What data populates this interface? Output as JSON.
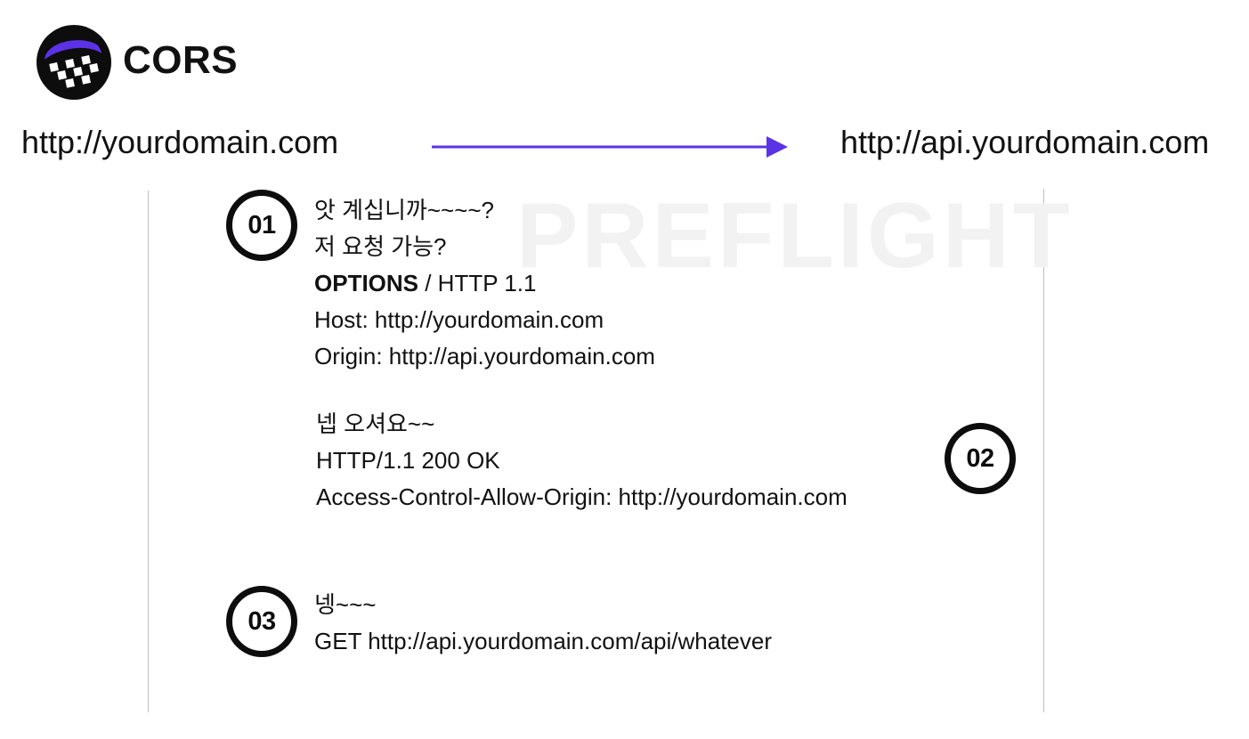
{
  "header": {
    "title": "CORS",
    "logo_icon": "masked-face-logo-icon",
    "accent_color": "#5b32e6"
  },
  "endpoints": {
    "client": "http://yourdomain.com",
    "server": "http://api.yourdomain.com",
    "arrow_color": "#5b32e6"
  },
  "watermark": "PREFLIGHT",
  "steps": [
    {
      "badge": "01",
      "lines": {
        "greeting": "앗 계십니까~~~~?",
        "question": "저 요청 가능?",
        "method": "OPTIONS",
        "request_line_rest": " / HTTP 1.1",
        "host": "Host: http://yourdomain.com",
        "origin": "Origin: http://api.yourdomain.com"
      }
    },
    {
      "badge": "02",
      "lines": {
        "greeting": "넵 오셔요~~",
        "status": "HTTP/1.1 200 OK",
        "allow_origin": "Access-Control-Allow-Origin: http://yourdomain.com"
      }
    },
    {
      "badge": "03",
      "lines": {
        "greeting": "넹~~~",
        "request": "GET http://api.yourdomain.com/api/whatever"
      }
    }
  ]
}
